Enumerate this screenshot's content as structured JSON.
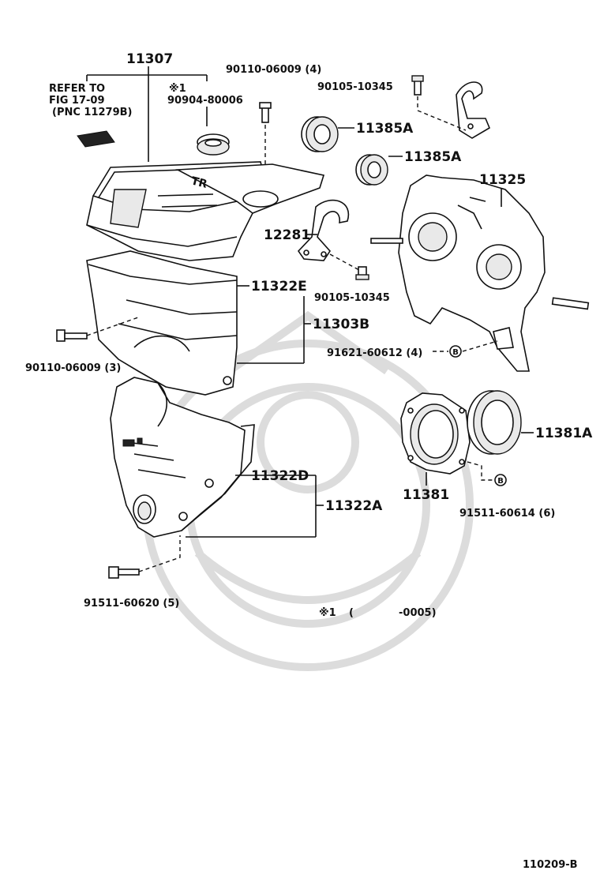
{
  "labels": {
    "p11307": "11307",
    "refer_line1": "REFER TO",
    "refer_line2": "FIG 17-09",
    "refer_line3": "(PNC 11279B)",
    "mark1": "※1",
    "p90904": "90904-80006",
    "p90110_top": "90110-06009 (4)",
    "p90105_top": "90105-10345",
    "p11385a_1": "11385A",
    "p11385a_2": "11385A",
    "p11325": "11325",
    "p12281": "12281",
    "p90105_mid": "90105-10345",
    "p11322e": "11322E",
    "p11303b": "11303B",
    "p90110_left": "90110-06009 (3)",
    "p91621": "91621-60612 (4)",
    "p11381a": "11381A",
    "p11381": "11381",
    "p91511_614": "91511-60614 (6)",
    "p11322d": "11322D",
    "p11322a": "11322A",
    "p91511_620": "91511-60620 (5)",
    "note_mark": "※1",
    "note_open": "(",
    "note_range": "-0005)",
    "figure_id": "110209-B"
  },
  "markers": {
    "b_marker": "B"
  },
  "colors": {
    "ink": "#111111",
    "watermark": "#dcdcdc",
    "background": "#ffffff"
  }
}
